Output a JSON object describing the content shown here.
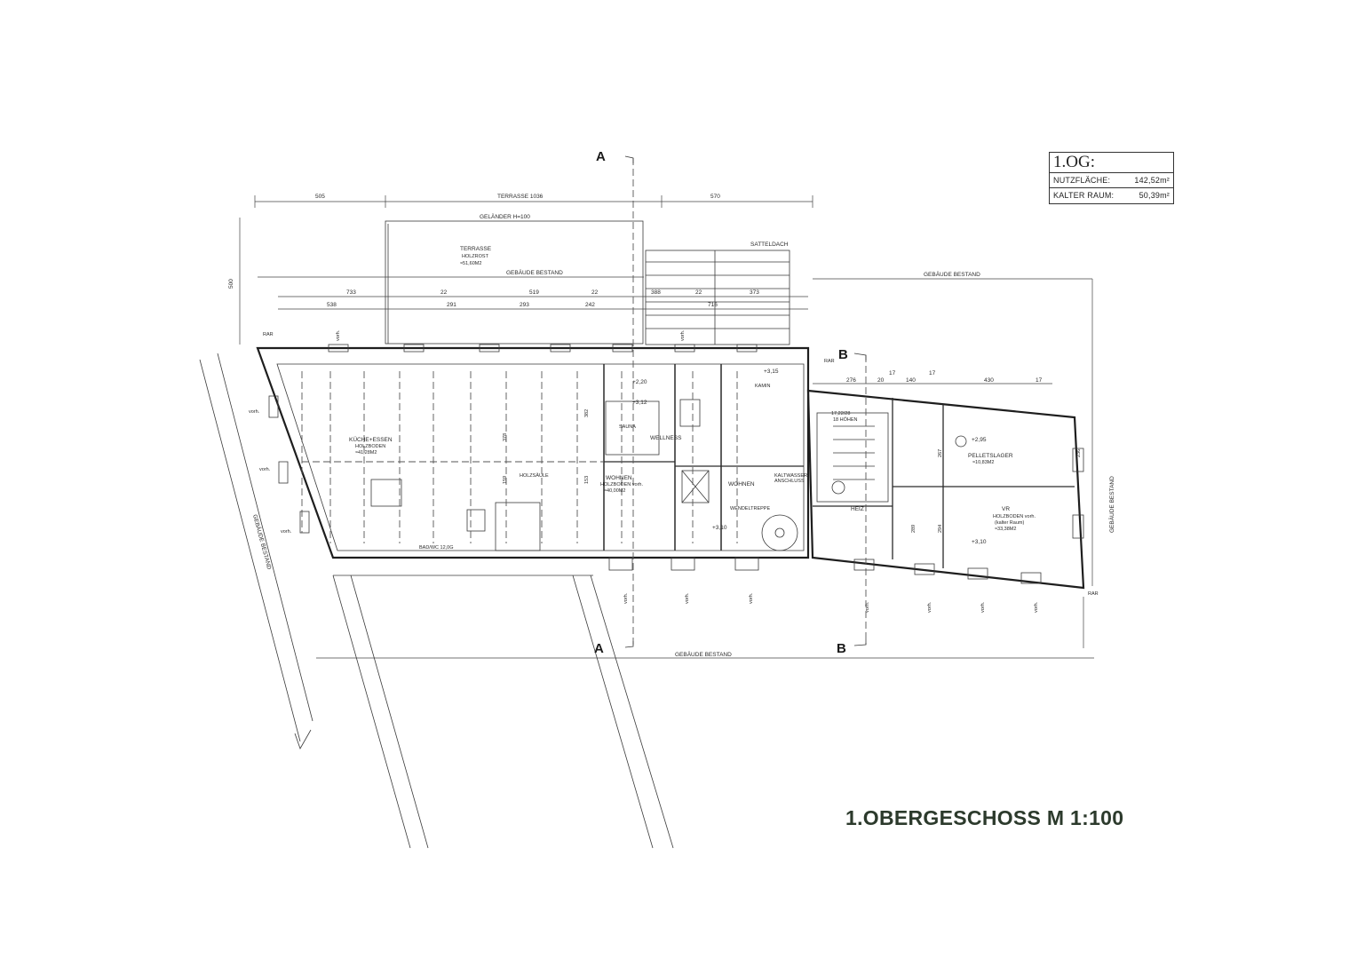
{
  "title_block": {
    "floor": "1.OG:",
    "rows": [
      {
        "label": "NUTZFLÄCHE:",
        "value": "142,52m²"
      },
      {
        "label": "KALTER RAUM:",
        "value": "50,39m²"
      }
    ]
  },
  "caption": "1.OBERGESCHOSS  M 1:100",
  "sections": {
    "a": "A",
    "b": "B"
  },
  "labels": {
    "terrasse_dim": "TERRASSE 1036",
    "gelaender": "GELÄNDER H=100",
    "terrasse": "TERRASSE",
    "holzrost": "HOLZROST",
    "terrasse_area": "≈51,60M2",
    "satteldach": "SATTELDACH",
    "gebaeude_bestand": "GEBÄUDE BESTAND",
    "kueche": "KÜCHE+ESSEN",
    "holzboden": "HOLZBODEN",
    "kueche_area": "≈41,28M2",
    "sauna": "SAUNA",
    "wellness": "WELLNESS",
    "holzsaeule": "HOLZSÄULE",
    "wohnen": "WOHNEN",
    "holzboden_vorh": "HOLZBODEN vorh.",
    "wohnen_area": "≈40,00M2",
    "wohnen2": "WOHNEN",
    "wendeltreppe": "WENDELTREPPE",
    "kamin": "KAMIN",
    "pelletslager": "PELLETSLAGER",
    "pellets_area": "≈10,83M2",
    "heiz": "HEIZ",
    "vr": "VR",
    "vr_boden": "HOLZBODEN vorh.",
    "kalter_raum": "(kalter Raum)",
    "vr_area": "≈33,38M2",
    "bad_wc": "BAD/WC 12,0G",
    "kaltwasser": "KALTWASSER",
    "anschluss": "ANSCHLUSS",
    "stufen": "17,22/28",
    "hoehen": "18 HÖHEN",
    "rar": "RAR",
    "vorh": "vorh."
  },
  "dimensions": {
    "top": [
      "505",
      "570"
    ],
    "row1": [
      "733",
      "22",
      "519",
      "22",
      "388",
      "22",
      "373"
    ],
    "row2": [
      "538",
      "291",
      "293",
      "242",
      "716"
    ],
    "right": [
      "276",
      "17",
      "20",
      "140",
      "17",
      "430",
      "17"
    ],
    "vert": [
      "500",
      "382",
      "378",
      "159",
      "153",
      "289",
      "294",
      "267",
      "236"
    ],
    "levels": [
      "+2,20",
      "+3,12",
      "+2,95",
      "+3,10",
      "+3,10",
      "+3,15"
    ]
  }
}
